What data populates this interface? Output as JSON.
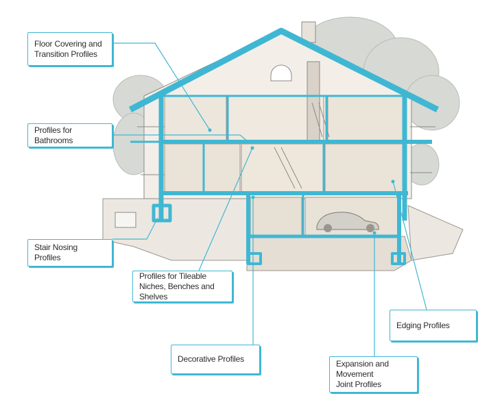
{
  "colors": {
    "accent": "#3fb7d3",
    "sketch": "#8a8a8a",
    "paper": "#f3efe8",
    "foliage": "#c9ccc7"
  },
  "labels": {
    "floor_covering": "Floor Covering and\nTransition Profiles",
    "bathrooms": "Profiles for Bathrooms",
    "stair_nosing": "Stair Nosing Profiles",
    "tileable": "Profiles for Tileable\nNiches, Benches and Shelves",
    "decorative": "Decorative Profiles",
    "expansion": "Expansion and Movement\nJoint Profiles",
    "edging": "Edging Profiles"
  }
}
